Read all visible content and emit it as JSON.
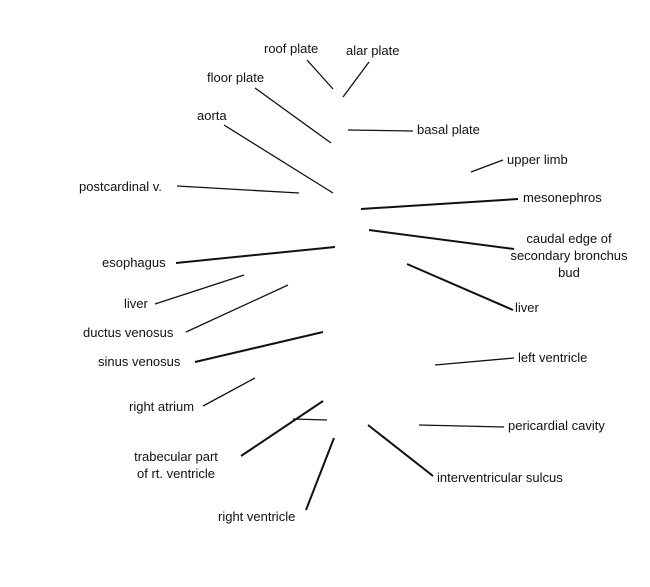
{
  "labels": {
    "roof_plate": "roof plate",
    "alar_plate": "alar plate",
    "floor_plate": "floor plate",
    "basal_plate": "basal plate",
    "aorta": "aorta",
    "upper_limb": "upper limb",
    "postcardinal_v": "postcardinal v.",
    "mesonephros": "mesonephros",
    "caudal_edge_line1": "caudal edge of",
    "caudal_edge_line2": "secondary bronchus",
    "caudal_edge_line3": "bud",
    "esophagus": "esophagus",
    "liver_left": "liver",
    "liver_right": "liver",
    "ductus_venosus": "ductus venosus",
    "sinus_venosus": "sinus venosus",
    "left_ventricle": "left ventricle",
    "right_atrium": "right atrium",
    "pericardial_cavity": "pericardial cavity",
    "trabecular_line1": "trabecular part",
    "trabecular_line2": "of rt. ventricle",
    "interventricular_sulcus": "interventricular sulcus",
    "right_ventricle": "right ventricle"
  },
  "colors": {
    "line": "#111111",
    "text": "#111111",
    "background": "#ffffff"
  }
}
